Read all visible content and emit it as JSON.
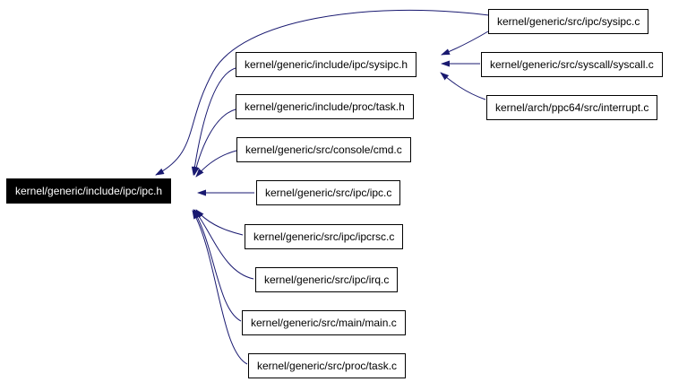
{
  "diagram": {
    "kind": "include-dependency-graph",
    "description": "Files that include kernel/generic/include/ipc/ipc.h (directly or transitively)",
    "root_label": "kernel/generic/include/ipc/ipc.h",
    "nodes": [
      {
        "id": "ipc_h",
        "label": "kernel/generic/include/ipc/ipc.h",
        "role": "root"
      },
      {
        "id": "sysipc_h",
        "label": "kernel/generic/include/ipc/sysipc.h",
        "role": "file"
      },
      {
        "id": "proc_task_h",
        "label": "kernel/generic/include/proc/task.h",
        "role": "file"
      },
      {
        "id": "cmd_c",
        "label": "kernel/generic/src/console/cmd.c",
        "role": "file"
      },
      {
        "id": "ipc_c",
        "label": "kernel/generic/src/ipc/ipc.c",
        "role": "file"
      },
      {
        "id": "ipcrsc_c",
        "label": "kernel/generic/src/ipc/ipcrsc.c",
        "role": "file"
      },
      {
        "id": "irq_c",
        "label": "kernel/generic/src/ipc/irq.c",
        "role": "file"
      },
      {
        "id": "main_c",
        "label": "kernel/generic/src/main/main.c",
        "role": "file"
      },
      {
        "id": "proc_task_c",
        "label": "kernel/generic/src/proc/task.c",
        "role": "file"
      },
      {
        "id": "sysipc_c",
        "label": "kernel/generic/src/ipc/sysipc.c",
        "role": "file"
      },
      {
        "id": "syscall_c",
        "label": "kernel/generic/src/syscall/syscall.c",
        "role": "file"
      },
      {
        "id": "interrupt_c",
        "label": "kernel/arch/ppc64/src/interrupt.c",
        "role": "file"
      }
    ],
    "edges": [
      {
        "from": "kernel/generic/src/ipc/sysipc.c",
        "to": "kernel/generic/include/ipc/ipc.h"
      },
      {
        "from": "kernel/generic/include/ipc/sysipc.h",
        "to": "kernel/generic/include/ipc/ipc.h"
      },
      {
        "from": "kernel/generic/include/proc/task.h",
        "to": "kernel/generic/include/ipc/ipc.h"
      },
      {
        "from": "kernel/generic/src/console/cmd.c",
        "to": "kernel/generic/include/ipc/ipc.h"
      },
      {
        "from": "kernel/generic/src/ipc/ipc.c",
        "to": "kernel/generic/include/ipc/ipc.h"
      },
      {
        "from": "kernel/generic/src/ipc/ipcrsc.c",
        "to": "kernel/generic/include/ipc/ipc.h"
      },
      {
        "from": "kernel/generic/src/ipc/irq.c",
        "to": "kernel/generic/include/ipc/ipc.h"
      },
      {
        "from": "kernel/generic/src/main/main.c",
        "to": "kernel/generic/include/ipc/ipc.h"
      },
      {
        "from": "kernel/generic/src/proc/task.c",
        "to": "kernel/generic/include/ipc/ipc.h"
      },
      {
        "from": "kernel/generic/src/ipc/sysipc.c",
        "to": "kernel/generic/include/ipc/sysipc.h"
      },
      {
        "from": "kernel/generic/src/syscall/syscall.c",
        "to": "kernel/generic/include/ipc/sysipc.h"
      },
      {
        "from": "kernel/arch/ppc64/src/interrupt.c",
        "to": "kernel/generic/include/ipc/sysipc.h"
      }
    ],
    "colors": {
      "edge": "#191970",
      "node_border": "#000000",
      "node_bg": "#ffffff",
      "node_text": "#000000",
      "root_bg": "#000000",
      "root_text": "#ffffff",
      "background": "#ffffff"
    }
  }
}
